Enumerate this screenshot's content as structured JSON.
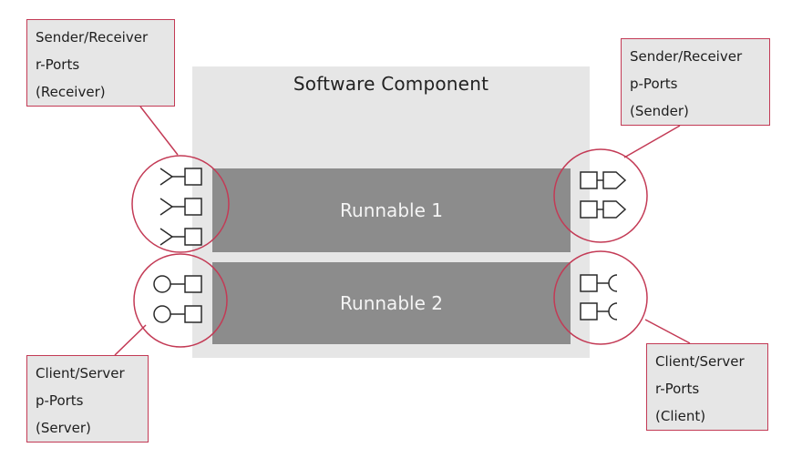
{
  "component": {
    "title": "Software Component"
  },
  "runnables": [
    {
      "label": "Runnable 1"
    },
    {
      "label": "Runnable 2"
    }
  ],
  "callouts": {
    "sender_receiver_receiver": {
      "line1": "Sender/Receiver",
      "line2": "r-Ports",
      "line3": "(Receiver)"
    },
    "sender_receiver_sender": {
      "line1": "Sender/Receiver",
      "line2": "p-Ports",
      "line3": "(Sender)"
    },
    "client_server_server": {
      "line1": "Client/Server",
      "line2": "p-Ports",
      "line3": "(Server)"
    },
    "client_server_client": {
      "line1": "Client/Server",
      "line2": "r-Ports",
      "line3": "(Client)"
    }
  },
  "colors": {
    "accent": "#c33a55",
    "component_bg": "#e6e6e6",
    "runnable_bg": "#8c8c8c",
    "runnable_text": "#f4f4f4"
  }
}
